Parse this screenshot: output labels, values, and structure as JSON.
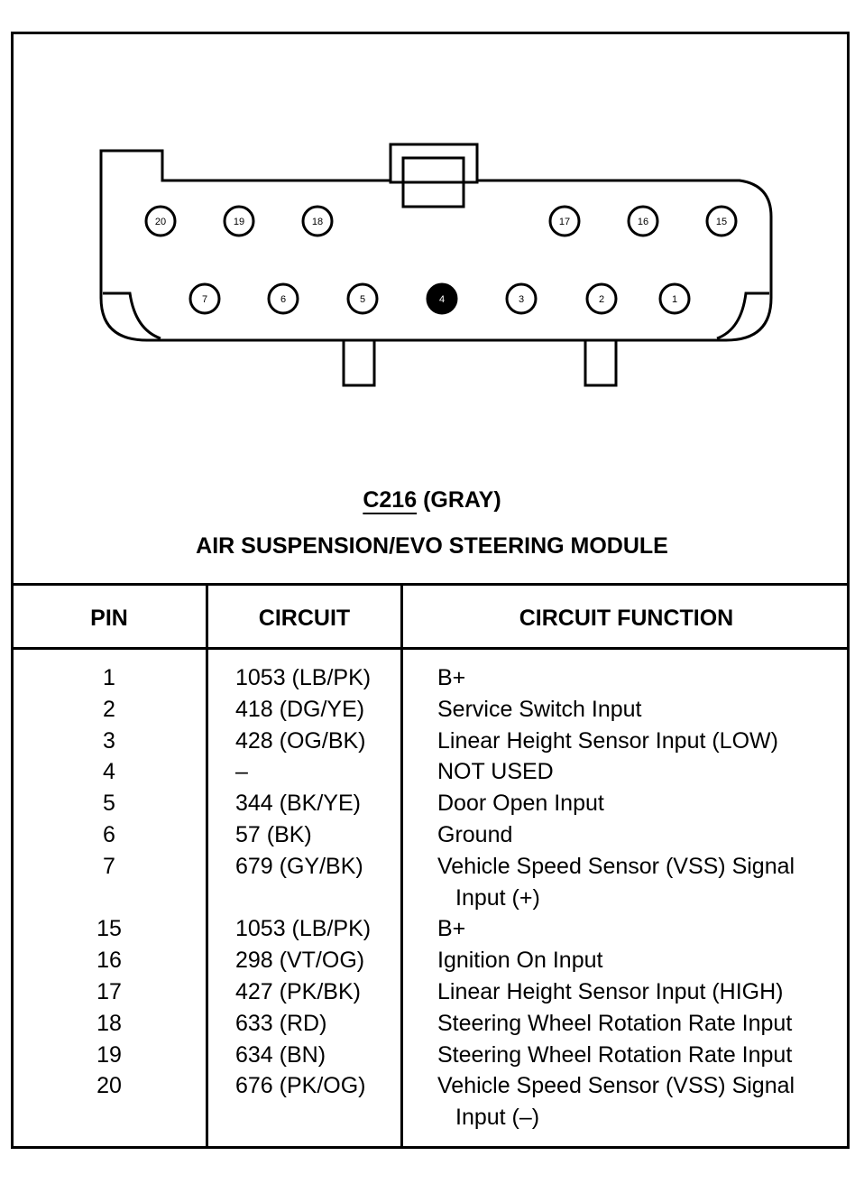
{
  "connector": {
    "id": "C216",
    "color_label": "(GRAY)",
    "module_name": "AIR SUSPENSION/EVO STEERING MODULE",
    "top_row_pins": [
      "20",
      "19",
      "18",
      "17",
      "16",
      "15"
    ],
    "bottom_row_pins": [
      "7",
      "6",
      "5",
      "4",
      "3",
      "2",
      "1"
    ],
    "filled_pin": "4"
  },
  "table": {
    "headers": {
      "pin": "PIN",
      "circuit": "CIRCUIT",
      "function": "CIRCUIT FUNCTION"
    },
    "rows": [
      {
        "pin": "1",
        "circuit": "1053 (LB/PK)",
        "function": [
          "B+"
        ]
      },
      {
        "pin": "2",
        "circuit": "418 (DG/YE)",
        "function": [
          "Service Switch Input"
        ]
      },
      {
        "pin": "3",
        "circuit": "428 (OG/BK)",
        "function": [
          "Linear Height Sensor Input (LOW)"
        ]
      },
      {
        "pin": "4",
        "circuit": "–",
        "function": [
          "NOT USED"
        ]
      },
      {
        "pin": "5",
        "circuit": "344 (BK/YE)",
        "function": [
          "Door Open Input"
        ]
      },
      {
        "pin": "6",
        "circuit": "57 (BK)",
        "function": [
          "Ground"
        ]
      },
      {
        "pin": "7",
        "circuit": "679 (GY/BK)",
        "function": [
          "Vehicle Speed Sensor (VSS) Signal",
          "Input (+)"
        ]
      },
      {
        "pin": "15",
        "circuit": "1053 (LB/PK)",
        "function": [
          "B+"
        ]
      },
      {
        "pin": "16",
        "circuit": "298 (VT/OG)",
        "function": [
          "Ignition On Input"
        ]
      },
      {
        "pin": "17",
        "circuit": "427 (PK/BK)",
        "function": [
          "Linear Height Sensor Input (HIGH)"
        ]
      },
      {
        "pin": "18",
        "circuit": "633 (RD)",
        "function": [
          "Steering Wheel Rotation Rate Input"
        ]
      },
      {
        "pin": "19",
        "circuit": "634 (BN)",
        "function": [
          "Steering Wheel Rotation Rate Input"
        ]
      },
      {
        "pin": "20",
        "circuit": "676 (PK/OG)",
        "function": [
          "Vehicle Speed Sensor (VSS) Signal",
          "Input (–)"
        ]
      }
    ]
  }
}
